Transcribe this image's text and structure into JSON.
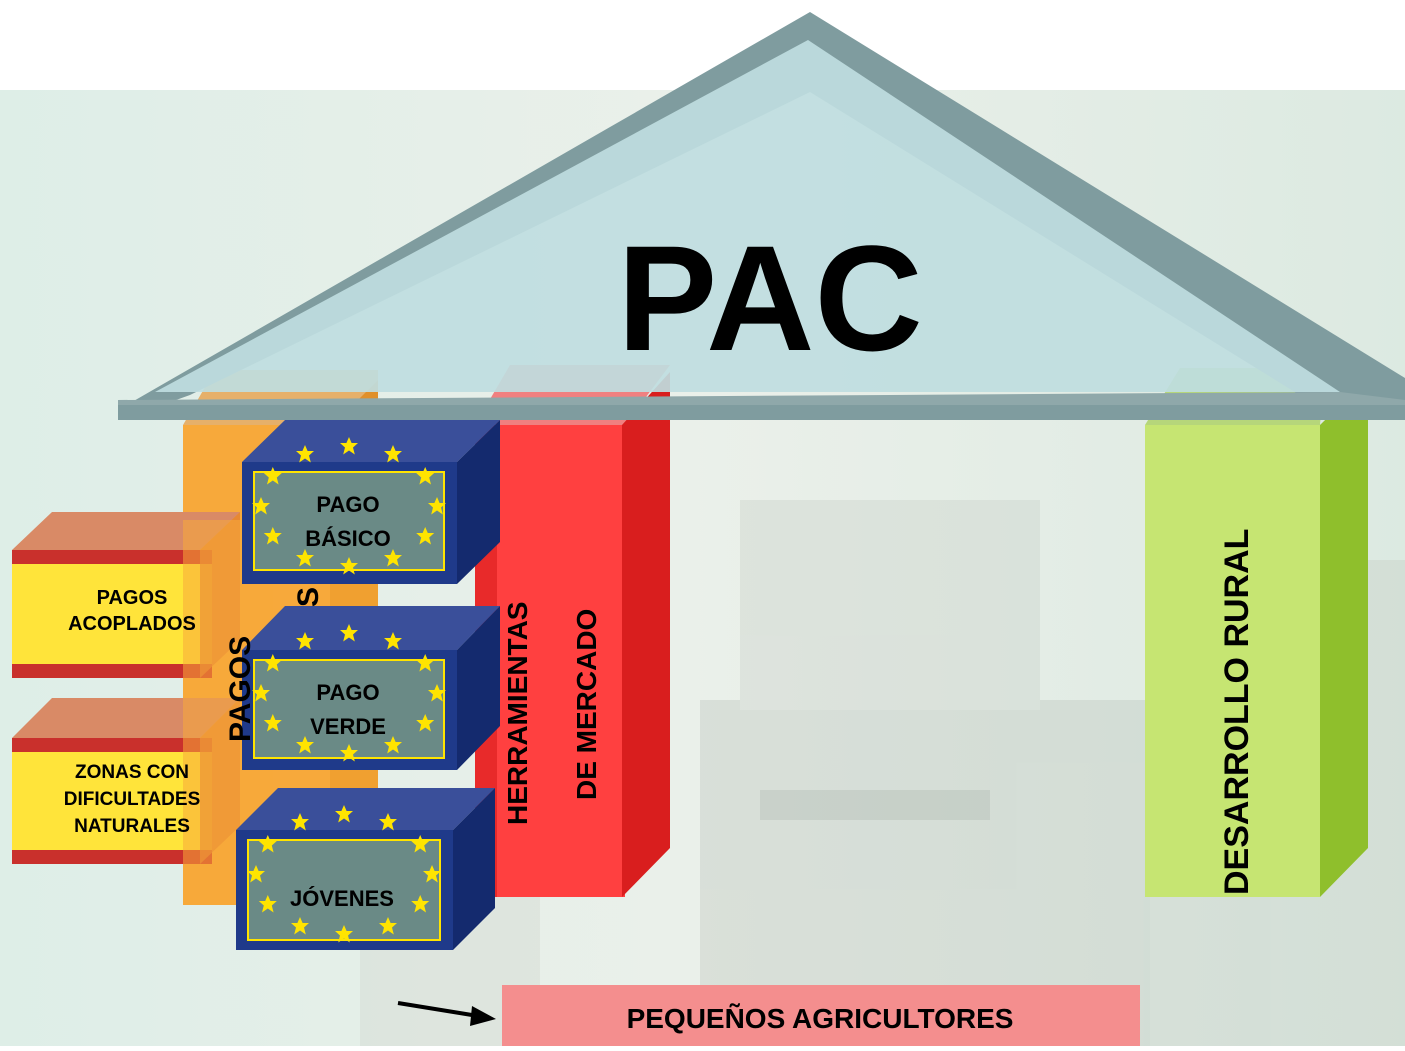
{
  "roof": {
    "title": "PAC"
  },
  "pillars": {
    "pagos_directos": {
      "label": "PAGOS",
      "label_tail": "S"
    },
    "herramientas": {
      "line1": "HERRAMIENTAS",
      "line2": "DE MERCADO"
    },
    "desarrollo_rural": {
      "label": "DESARROLLO RURAL"
    }
  },
  "eu_boxes": [
    {
      "line1": "PAGO",
      "line2": "BÁSICO"
    },
    {
      "line1": "PAGO",
      "line2": "VERDE"
    },
    {
      "line1": "JÓVENES",
      "line2": ""
    }
  ],
  "spain_boxes": [
    {
      "lines": [
        "PAGOS",
        "ACOPLADOS"
      ]
    },
    {
      "lines": [
        "ZONAS CON",
        "DIFICULTADES",
        "NATURALES"
      ]
    }
  ],
  "footer_box": {
    "label": "PEQUEÑOS AGRICULTORES"
  },
  "colors": {
    "roof": "#bfdde0",
    "roof_edge": "#7f9c9f",
    "orange": "#f7a93b",
    "red": "#ff3b3b",
    "green": "#c6e572",
    "eu_blue": "#1f3a8a",
    "eu_inner": "#6a8a86",
    "star": "#ffe400",
    "spain_yellow": "#ffe43a",
    "spain_red": "#c9302c"
  }
}
